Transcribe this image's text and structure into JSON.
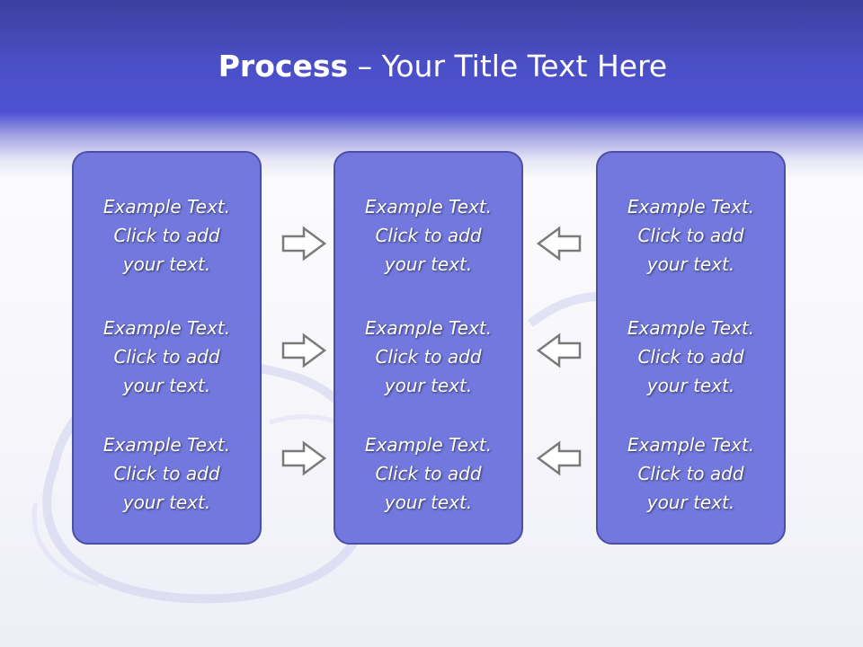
{
  "slide": {
    "title_bold": "Process",
    "title_rest": " – Your Title Text Here",
    "colors": {
      "header": "#4e52d3",
      "box_fill": "#7278dd",
      "box_border": "#4b4fa6",
      "arrow_stroke": "#7a7a7a",
      "arrow_fill": "#ffffff"
    }
  },
  "columns": [
    {
      "items": [
        {
          "line1": "Example Text.",
          "line2": "Click  to add",
          "line3": "your text."
        },
        {
          "line1": "Example Text.",
          "line2": "Click  to add",
          "line3": "your text."
        },
        {
          "line1": "Example Text.",
          "line2": "Click  to add",
          "line3": "your text."
        }
      ]
    },
    {
      "items": [
        {
          "line1": "Example Text.",
          "line2": "Click  to add",
          "line3": "your text."
        },
        {
          "line1": "Example Text.",
          "line2": "Click  to add",
          "line3": "your text."
        },
        {
          "line1": "Example Text.",
          "line2": "Click  to add",
          "line3": "your text."
        }
      ]
    },
    {
      "items": [
        {
          "line1": "Example Text.",
          "line2": "Click  to add",
          "line3": "your text."
        },
        {
          "line1": "Example Text.",
          "line2": "Click  to add",
          "line3": "your text."
        },
        {
          "line1": "Example Text.",
          "line2": "Click  to add",
          "line3": "your text."
        }
      ]
    }
  ],
  "arrows": {
    "left_to_center": [
      "arrow-right-icon",
      "arrow-right-icon",
      "arrow-right-icon"
    ],
    "right_to_center": [
      "arrow-left-icon",
      "arrow-left-icon",
      "arrow-left-icon"
    ]
  }
}
